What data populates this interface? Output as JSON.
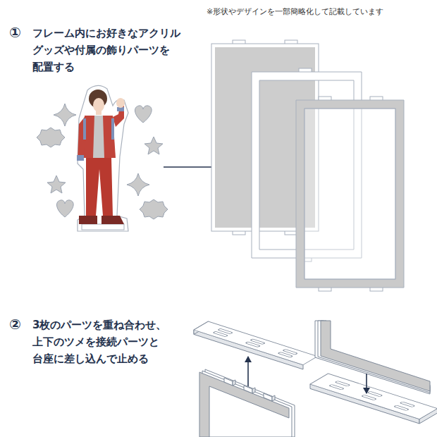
{
  "diagram": {
    "labels": [
      "※形状やデザインを一部簡略化して記載しています",
      "①",
      "フレーム内にお好きなアクリル グッズや付属の飾りパーツを 配置する",
      "②",
      "3枚のパーツを重ね合わせ、 上下のツメを接続パーツと 台座に差し込んで止める"
    ]
  }
}
